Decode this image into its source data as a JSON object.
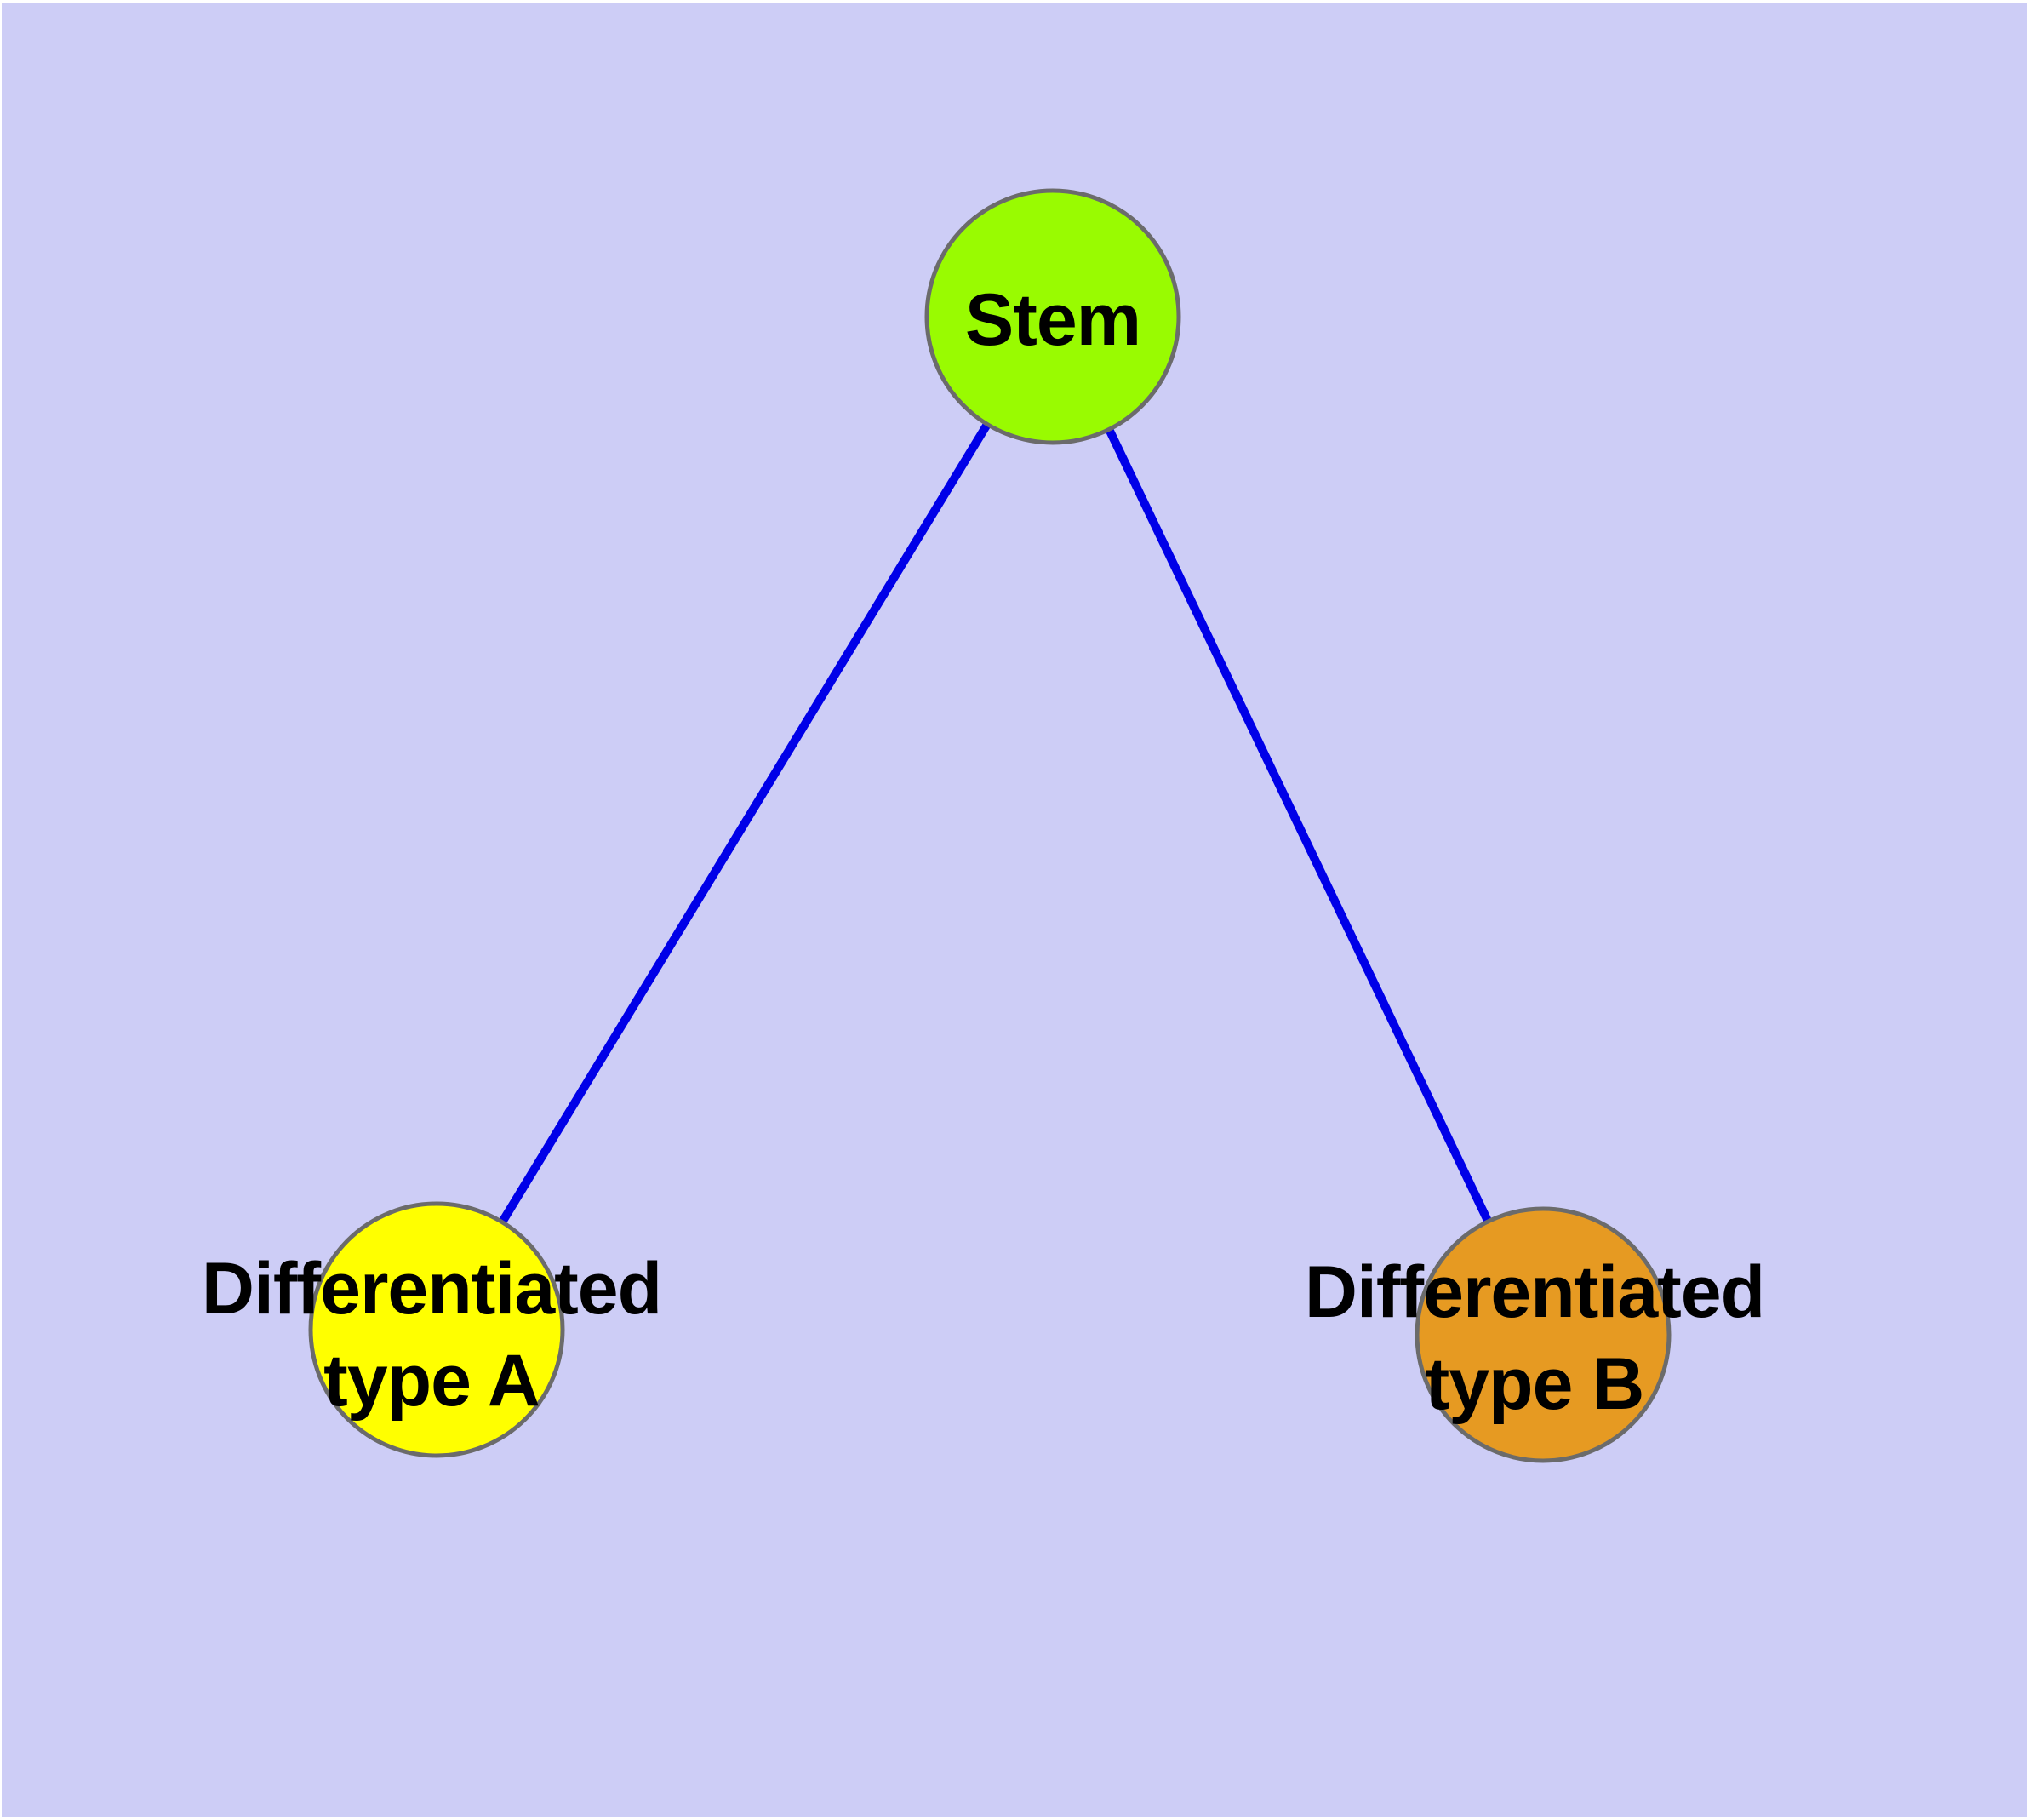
{
  "diagram": {
    "background_color": "#cdcdf6",
    "edge_color": "#0000e8",
    "node_border_color": "#6b6b6b",
    "text_color": "#000000",
    "nodes": [
      {
        "id": "stem",
        "label": "Stem",
        "fill_color": "#99fb01"
      },
      {
        "id": "differentiated-type-a",
        "label": "Differentiated\ntype A",
        "fill_color": "#ffff00"
      },
      {
        "id": "differentiated-type-b",
        "label": "Differentiated\ntype B",
        "fill_color": "#e69a22"
      }
    ],
    "edges": [
      {
        "from": "stem",
        "to": "differentiated-type-a"
      },
      {
        "from": "stem",
        "to": "differentiated-type-b"
      }
    ]
  }
}
